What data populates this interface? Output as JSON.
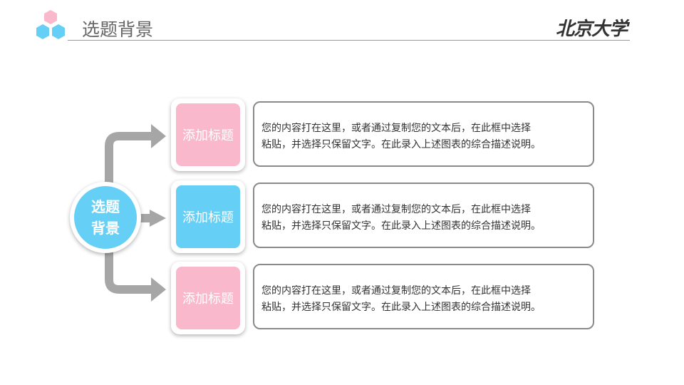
{
  "header": {
    "title": "选题背景",
    "logo_text": "北京大学"
  },
  "center": {
    "line1": "选题",
    "line2": "背景"
  },
  "colors": {
    "pink": "#f9b8cb",
    "blue": "#66cff5",
    "arrow": "#a6a6a6"
  },
  "rows": [
    {
      "title": "添加标题",
      "color": "pink",
      "line1": "您的内容打在这里，或者通过复制您的文本后，在此框中选择",
      "line2": "粘贴，并选择只保留文字。在此录入上述图表的综合描述说明。"
    },
    {
      "title": "添加标题",
      "color": "blue",
      "line1": "您的内容打在这里，或者通过复制您的文本后，在此框中选择",
      "line2": "粘贴，并选择只保留文字。在此录入上述图表的综合描述说明。"
    },
    {
      "title": "添加标题",
      "color": "pink",
      "line1": "您的内容打在这里，或者通过复制您的文本后，在此框中选择",
      "line2": "粘贴，并选择只保留文字。在此录入上述图表的综合描述说明。"
    }
  ]
}
